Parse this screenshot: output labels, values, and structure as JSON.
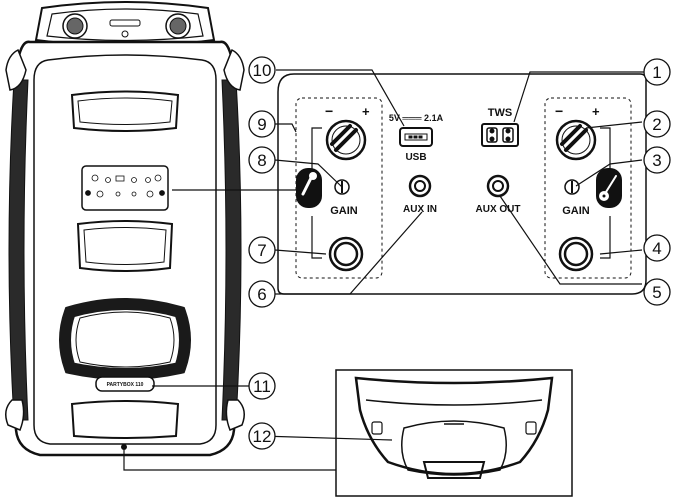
{
  "callouts": [
    "1",
    "2",
    "3",
    "4",
    "5",
    "6",
    "7",
    "8",
    "9",
    "10",
    "11",
    "12"
  ],
  "panel": {
    "usb_rating": "5V ═══ 2.1A",
    "usb_label": "USB",
    "tws_label": "TWS",
    "aux_in_label": "AUX IN",
    "aux_out_label": "AUX OUT",
    "gain_left": "GAIN",
    "gain_right": "GAIN",
    "minus_left": "−",
    "plus_left": "+",
    "minus_right": "−",
    "plus_right": "+"
  },
  "device": {
    "model_label": "PARTYBOX 110"
  }
}
